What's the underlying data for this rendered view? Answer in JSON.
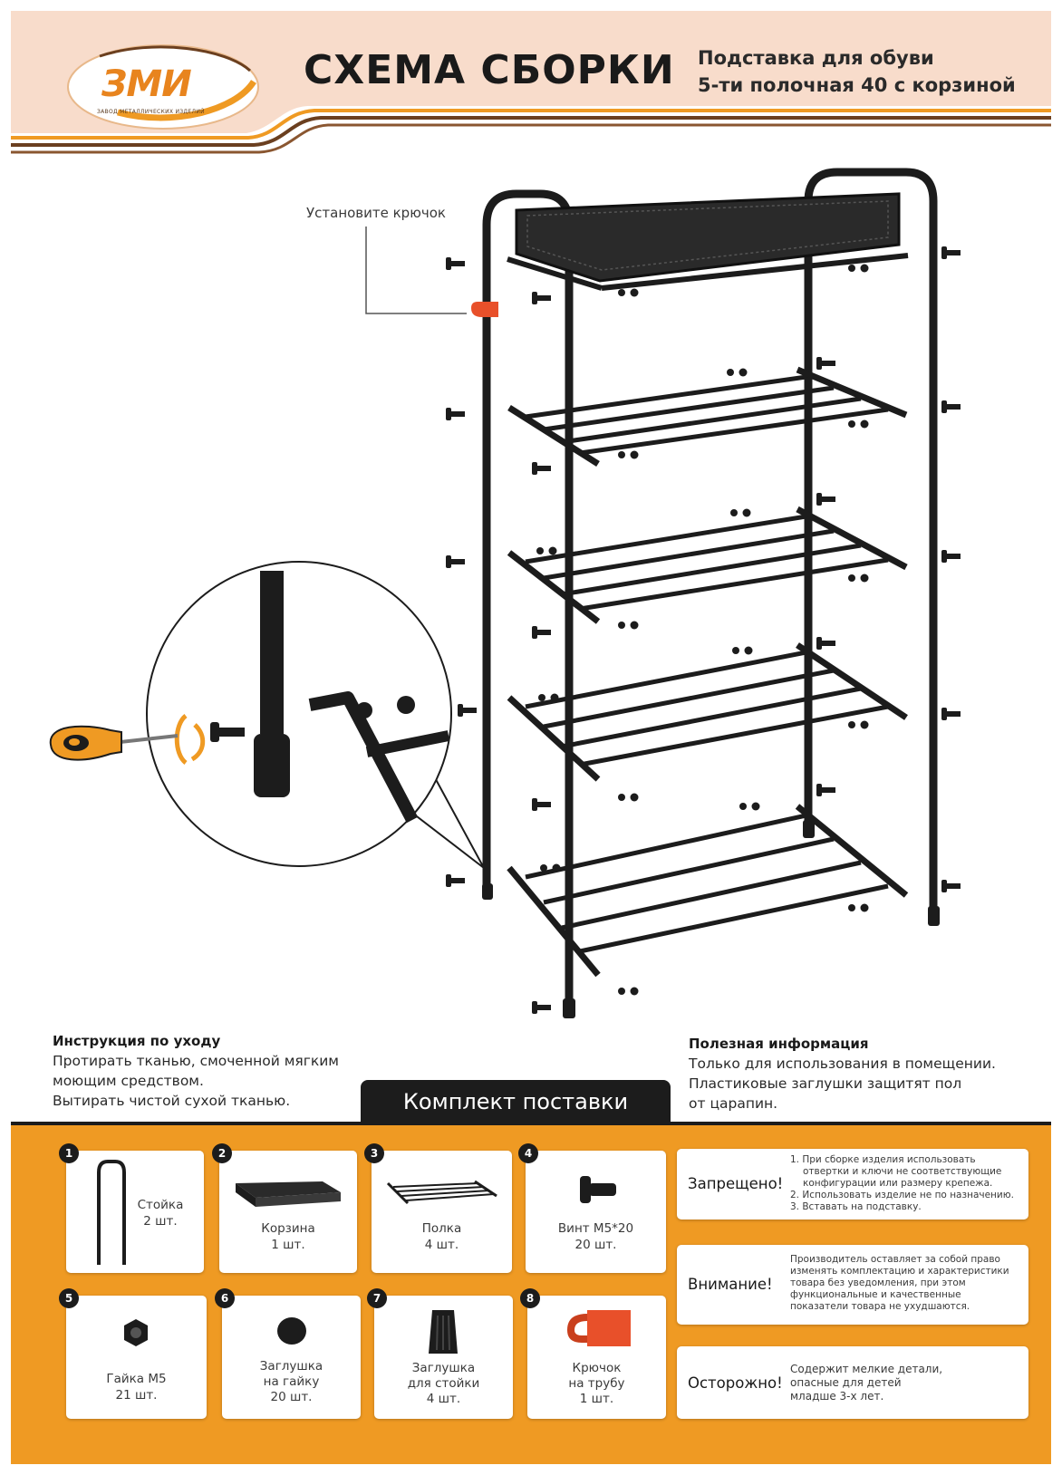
{
  "header": {
    "logo": {
      "text": "ЗМИ",
      "subtitle": "ЗАВОД МЕТАЛЛИЧЕСКИХ ИЗДЕЛИЙ"
    },
    "title": "СХЕМА СБОРКИ",
    "product_line1": "Подставка для обуви",
    "product_line2": "5-ти полочная 40 с корзиной"
  },
  "diagram": {
    "hook_label": "Установите крючок",
    "shelf_count": 4,
    "basket_count": 1
  },
  "care": {
    "title": "Инструкция по уходу",
    "lines": [
      "Протирать тканью, смоченной мягким",
      "моющим средством.",
      "Вытирать чистой сухой тканью."
    ]
  },
  "useful": {
    "title": "Полезная информация",
    "lines": [
      "Только для использования в помещении.",
      "Пластиковые заглушки защитят пол",
      "от царапин."
    ]
  },
  "kit": {
    "title": "Комплект поставки",
    "items": [
      {
        "num": "1",
        "name": "Стойка",
        "qty": "2 шт.",
        "icon": "rack-post-icon"
      },
      {
        "num": "2",
        "name": "Корзина",
        "qty": "1 шт.",
        "icon": "basket-icon"
      },
      {
        "num": "3",
        "name": "Полка",
        "qty": "4 шт.",
        "icon": "shelf-icon"
      },
      {
        "num": "4",
        "name": "Винт М5*20",
        "qty": "20 шт.",
        "icon": "screw-icon"
      },
      {
        "num": "5",
        "name": "Гайка М5",
        "qty": "21 шт.",
        "icon": "nut-icon"
      },
      {
        "num": "6",
        "name_l1": "Заглушка",
        "name_l2": "на гайку",
        "qty": "20 шт.",
        "icon": "nut-cap-icon"
      },
      {
        "num": "7",
        "name_l1": "Заглушка",
        "name_l2": "для стойки",
        "qty": "4 шт.",
        "icon": "post-cap-icon"
      },
      {
        "num": "8",
        "name_l1": "Крючок",
        "name_l2": "на трубу",
        "qty": "1 шт.",
        "icon": "hook-icon"
      }
    ]
  },
  "warnings": {
    "forbidden": {
      "title": "Запрещено!",
      "lines": [
        "1. При сборке изделия использовать",
        "отвертки и ключи не соответствующие",
        "конфигурации или размеру крепежа.",
        "2. Использовать изделие не по назначению.",
        "3. Вставать на подставку."
      ]
    },
    "attention": {
      "title": "Внимание!",
      "lines": [
        "Производитель оставляет за собой право",
        "изменять комплектацию и характеристики",
        "товара без уведомления, при этом",
        "функциональные и качественные",
        "показатели товара не ухудшаются."
      ]
    },
    "caution": {
      "title": "Осторожно!",
      "lines": [
        "Содержит мелкие детали,",
        "опасные для детей",
        "младше 3-х лет."
      ]
    }
  },
  "colors": {
    "accent": "#ef9a23",
    "header_bg": "#f8dccb",
    "brown": "#6b3f1f",
    "dark": "#1c1c1c",
    "hook": "#e8502a"
  }
}
